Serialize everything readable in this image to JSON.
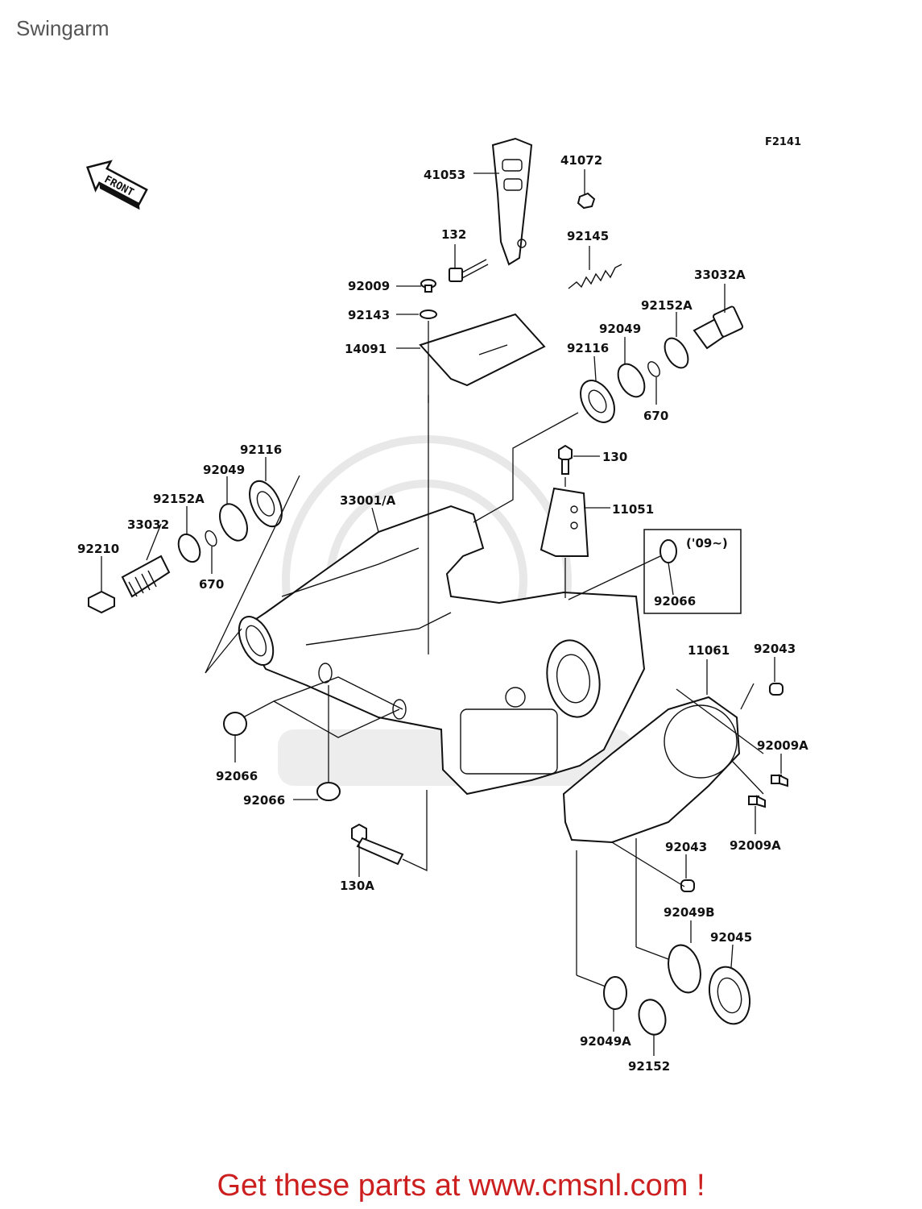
{
  "page": {
    "title": "Swingarm"
  },
  "figure_code": "F2141",
  "front_label": "FRONT",
  "variant_note": "('09~)",
  "footer": {
    "text": "Get these parts at www.cmsnl.com !",
    "color": "#cc1f1f"
  },
  "callouts": [
    "41053",
    "41072",
    "132",
    "92145",
    "33032A",
    "92009",
    "92143",
    "92152A",
    "14091",
    "92049",
    "92116",
    "670",
    "130",
    "92116",
    "92049",
    "92152A",
    "33032",
    "92210",
    "670",
    "33001/A",
    "11051",
    "92066",
    "11061",
    "92043",
    "92009A",
    "92066",
    "92066",
    "92009A",
    "130A",
    "92043",
    "92049B",
    "92045",
    "92049A",
    "92152"
  ]
}
